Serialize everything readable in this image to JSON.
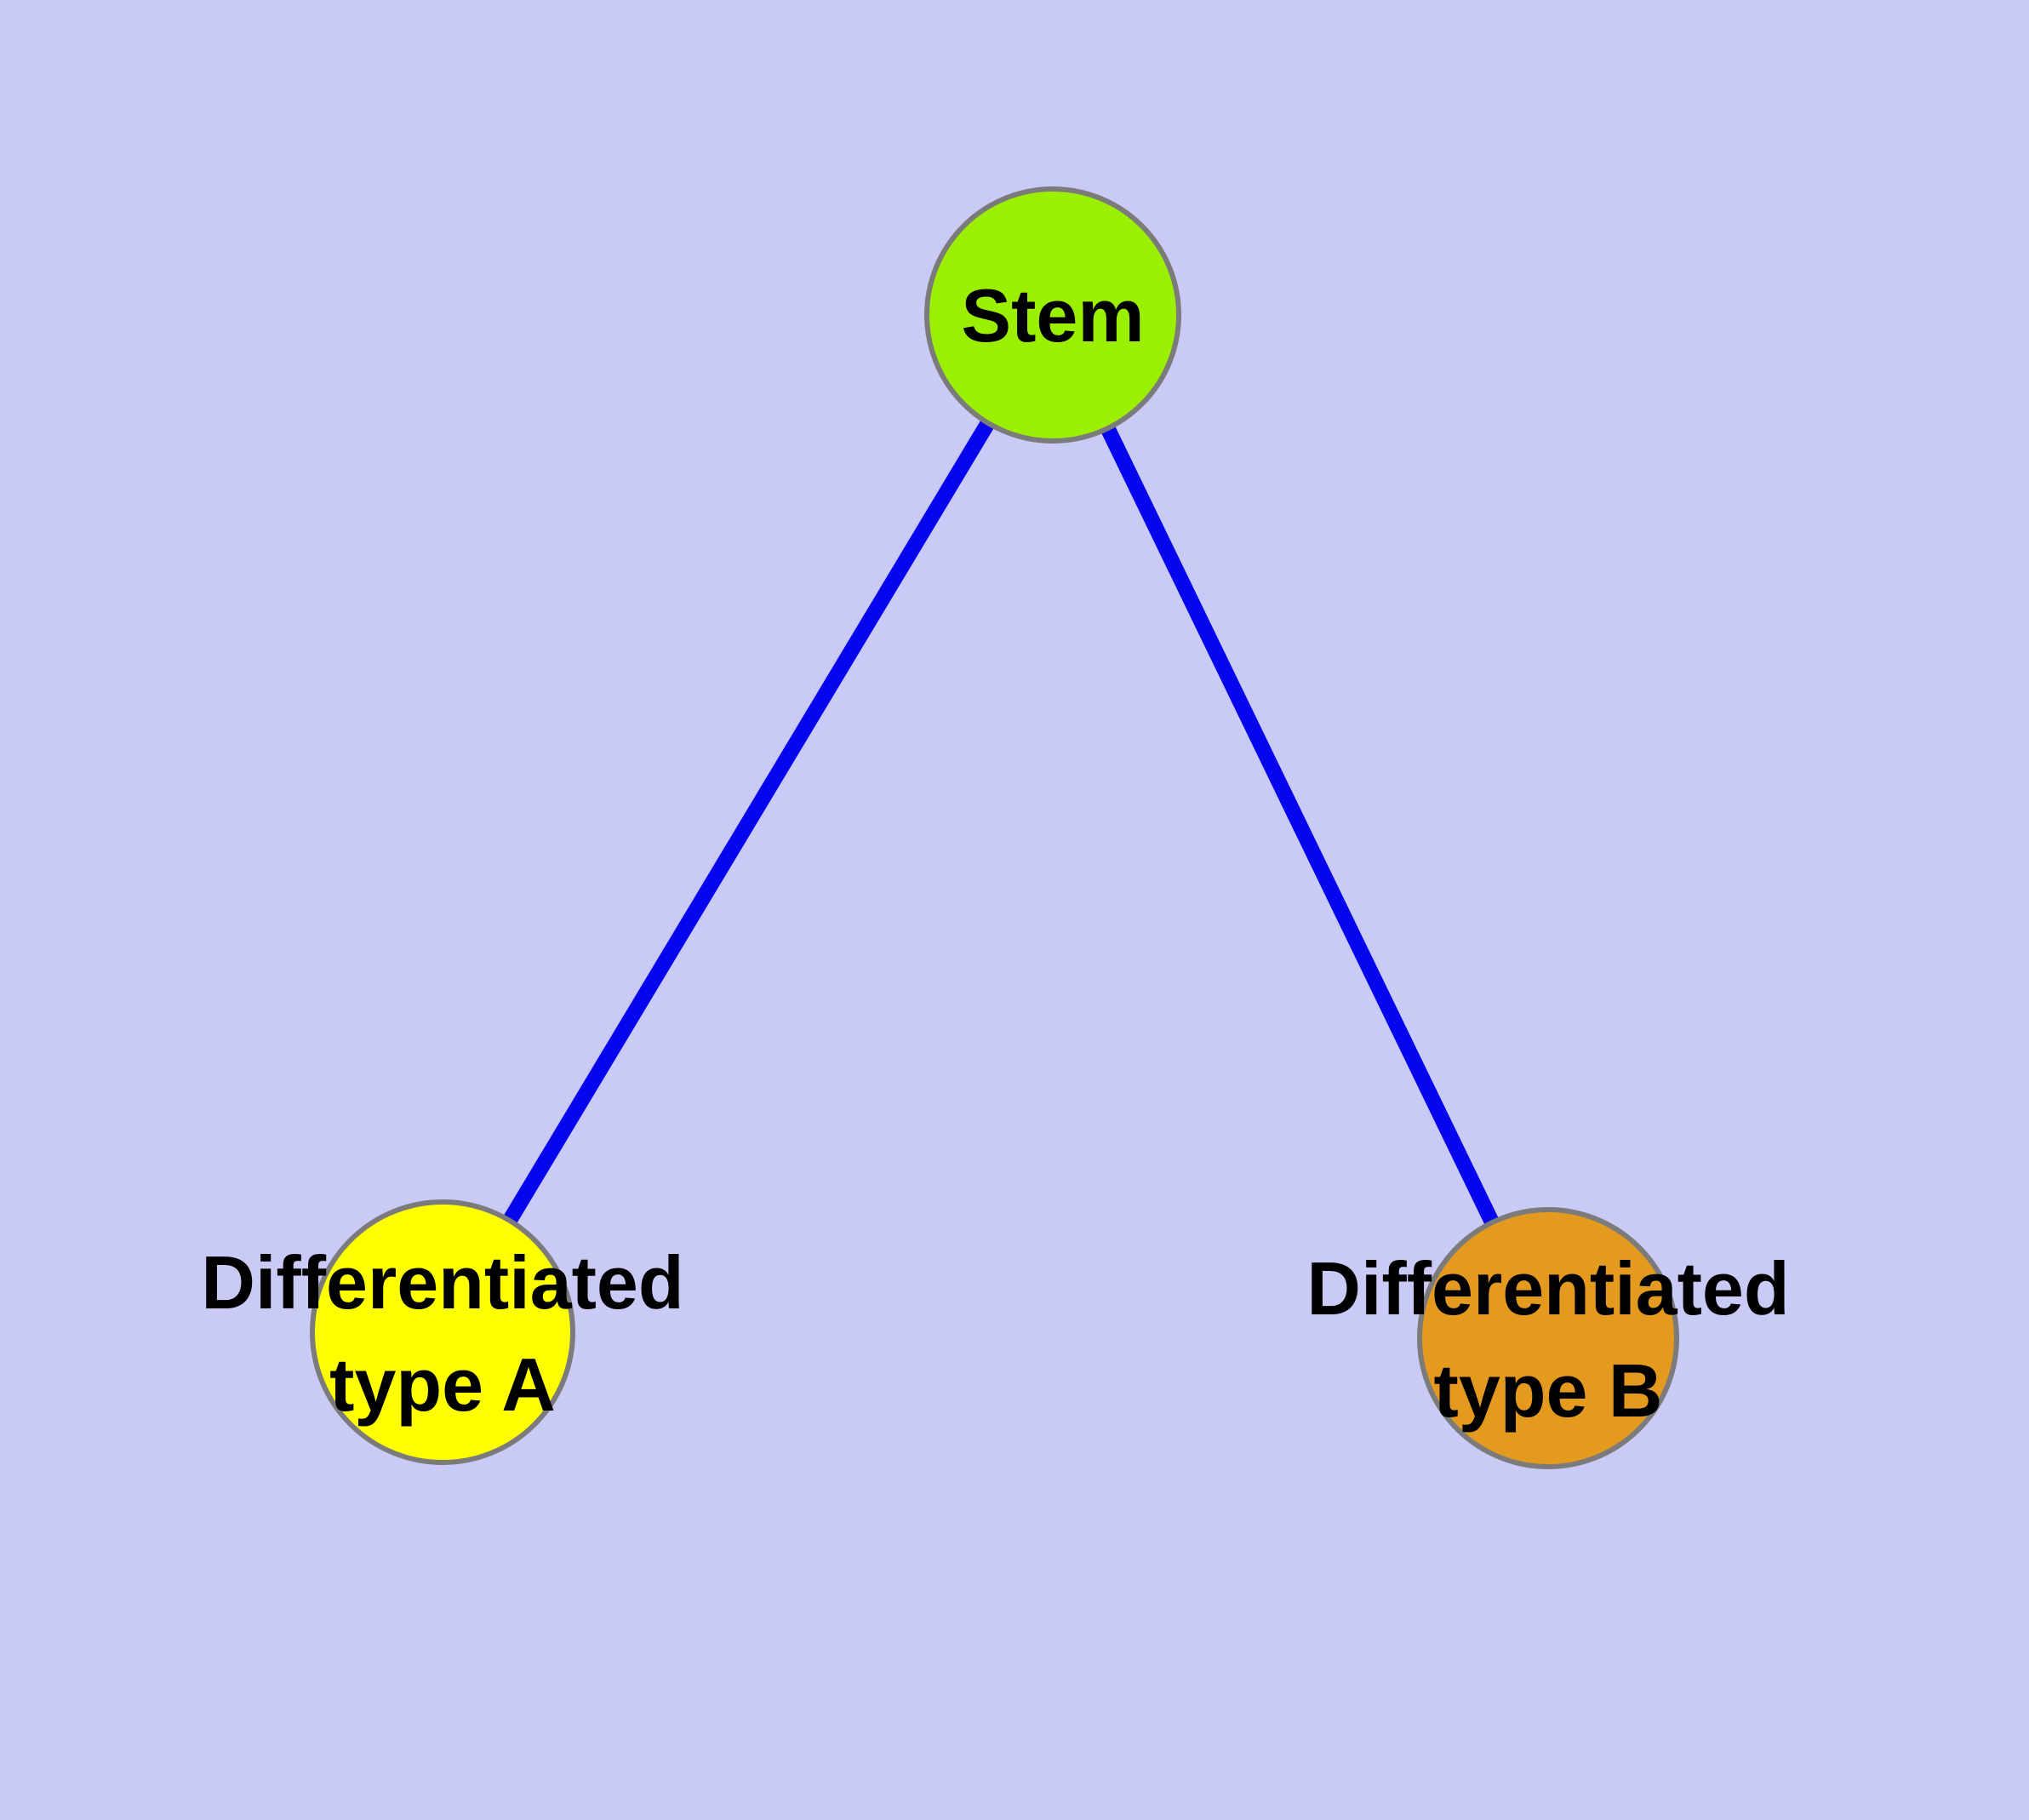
{
  "diagram": {
    "type": "node-link-graph",
    "background_color": "#CACAF6",
    "edge_color": "#0505EE",
    "node_border_color": "#7B7B7B",
    "label_color": "#000000",
    "nodes": [
      {
        "id": "stem",
        "label": "Stem",
        "color": "#9AF000"
      },
      {
        "id": "differentiated-type-a",
        "label": "Differentiated type A",
        "label_line1": "Differentiated",
        "label_line2": "type A",
        "color": "#FFFF00"
      },
      {
        "id": "differentiated-type-b",
        "label": "Differentiated type B",
        "label_line1": "Differentiated",
        "label_line2": "type B",
        "color": "#E49A1E"
      }
    ],
    "edges": [
      {
        "from": "stem",
        "to": "differentiated-type-a"
      },
      {
        "from": "stem",
        "to": "differentiated-type-b"
      }
    ]
  }
}
